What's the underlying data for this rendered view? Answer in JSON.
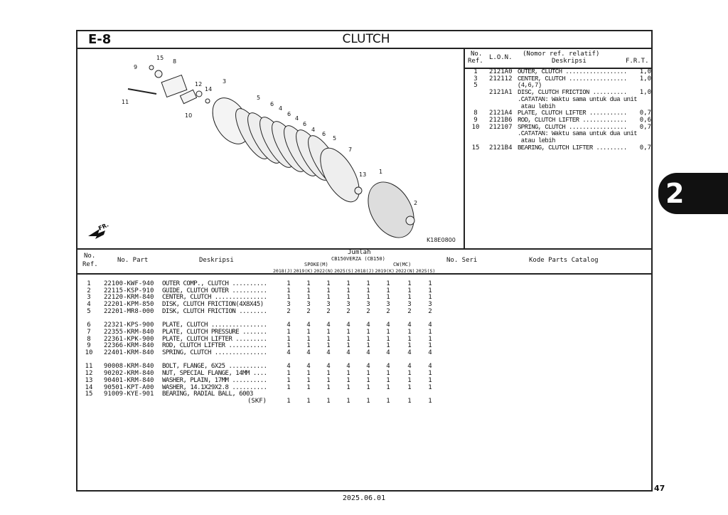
{
  "header": {
    "section": "E-8",
    "title": "CLUTCH"
  },
  "diagram": {
    "code": "K18E0800",
    "direction": "FR.",
    "callouts": [
      "15",
      "8",
      "9",
      "12",
      "14",
      "3",
      "11",
      "10",
      "5",
      "6",
      "4",
      "6",
      "4",
      "6",
      "4",
      "6",
      "5",
      "7",
      "13",
      "1",
      "2"
    ]
  },
  "ref_table": {
    "headers": {
      "no": "No.",
      "ref": "Ref.",
      "lon": "L.O.N.",
      "relative": "(Nomor ref. relatif)",
      "desc": "Deskripsi",
      "frt": "F.R.T."
    },
    "rows": [
      {
        "ref": "1",
        "lon": "2121A0",
        "desc": "OUTER, CLUTCH ..................",
        "frt": "1,0"
      },
      {
        "ref": "3",
        "lon": "212112",
        "desc": "CENTER, CLUTCH .................",
        "frt": "1,0"
      },
      {
        "ref": "5",
        "lon": "",
        "desc": "(4,6,7)",
        "frt": ""
      },
      {
        "ref": "",
        "lon": "2121A1",
        "desc": "DISC, CLUTCH FRICTION ..........",
        "frt": "1,0"
      },
      {
        "ref": "",
        "lon": "",
        "desc": ".CATATAN: Waktu sama untuk dua unit",
        "frt": ""
      },
      {
        "ref": "",
        "lon": "",
        "desc": " atau lebih",
        "frt": ""
      },
      {
        "ref": "8",
        "lon": "2121A4",
        "desc": "PLATE, CLUTCH LIFTER ...........",
        "frt": "0,7"
      },
      {
        "ref": "9",
        "lon": "2121B6",
        "desc": "ROD, CLUTCH LIFTER .............",
        "frt": "0,6"
      },
      {
        "ref": "10",
        "lon": "212107",
        "desc": "SPRING, CLUTCH .................",
        "frt": "0,7"
      },
      {
        "ref": "",
        "lon": "",
        "desc": ".CATATAN: Waktu sama untuk dua unit",
        "frt": ""
      },
      {
        "ref": "",
        "lon": "",
        "desc": " atau lebih",
        "frt": ""
      },
      {
        "ref": "15",
        "lon": "2121B4",
        "desc": "BEARING, CLUTCH LIFTER .........",
        "frt": "0,7"
      }
    ]
  },
  "parts_table": {
    "headers": {
      "no": "No.",
      "ref": "Ref.",
      "part": "No. Part",
      "desc": "Deskripsi",
      "jumlah": "Jumlah",
      "model": "CB150VERZA (CB150)",
      "spoke": "SPOKE(M)",
      "cw": "CW(MC)",
      "no_seri": "No. Seri",
      "catalog": "Kode Parts Catalog",
      "years": [
        "2018(J)",
        "2019(K)",
        "2022(N)",
        "2025(S)",
        "2018(J)",
        "2019(K)",
        "2022(N)",
        "2025(S)"
      ]
    },
    "rows": [
      {
        "ref": "1",
        "part": "22100-KWF-940",
        "desc": "OUTER COMP., CLUTCH ..........",
        "qty": [
          "1",
          "1",
          "1",
          "1",
          "1",
          "1",
          "1",
          "1"
        ]
      },
      {
        "ref": "2",
        "part": "22115-KSP-910",
        "desc": "GUIDE, CLUTCH OUTER ..........",
        "qty": [
          "1",
          "1",
          "1",
          "1",
          "1",
          "1",
          "1",
          "1"
        ]
      },
      {
        "ref": "3",
        "part": "22120-KRM-840",
        "desc": "CENTER, CLUTCH ...............",
        "qty": [
          "1",
          "1",
          "1",
          "1",
          "1",
          "1",
          "1",
          "1"
        ]
      },
      {
        "ref": "4",
        "part": "22201-KPM-850",
        "desc": "DISK, CLUTCH FRICTION(4X8X45)",
        "qty": [
          "3",
          "3",
          "3",
          "3",
          "3",
          "3",
          "3",
          "3"
        ]
      },
      {
        "ref": "5",
        "part": "22201-MR8-000",
        "desc": "DISK, CLUTCH FRICTION ........",
        "qty": [
          "2",
          "2",
          "2",
          "2",
          "2",
          "2",
          "2",
          "2"
        ]
      },
      {
        "ref": "6",
        "part": "22321-KPS-900",
        "desc": "PLATE, CLUTCH ................",
        "qty": [
          "4",
          "4",
          "4",
          "4",
          "4",
          "4",
          "4",
          "4"
        ]
      },
      {
        "ref": "7",
        "part": "22355-KRM-840",
        "desc": "PLATE, CLUTCH PRESSURE .......",
        "qty": [
          "1",
          "1",
          "1",
          "1",
          "1",
          "1",
          "1",
          "1"
        ]
      },
      {
        "ref": "8",
        "part": "22361-KPK-900",
        "desc": "PLATE, CLUTCH LIFTER .........",
        "qty": [
          "1",
          "1",
          "1",
          "1",
          "1",
          "1",
          "1",
          "1"
        ]
      },
      {
        "ref": "9",
        "part": "22366-KRM-840",
        "desc": "ROD, CLUTCH LIFTER ...........",
        "qty": [
          "1",
          "1",
          "1",
          "1",
          "1",
          "1",
          "1",
          "1"
        ]
      },
      {
        "ref": "10",
        "part": "22401-KRM-840",
        "desc": "SPRING, CLUTCH ...............",
        "qty": [
          "4",
          "4",
          "4",
          "4",
          "4",
          "4",
          "4",
          "4"
        ]
      },
      {
        "ref": "11",
        "part": "90008-KRM-840",
        "desc": "BOLT, FLANGE, 6X25 ...........",
        "qty": [
          "4",
          "4",
          "4",
          "4",
          "4",
          "4",
          "4",
          "4"
        ]
      },
      {
        "ref": "12",
        "part": "90202-KRM-840",
        "desc": "NUT, SPECIAL FLANGE, 14MM ....",
        "qty": [
          "1",
          "1",
          "1",
          "1",
          "1",
          "1",
          "1",
          "1"
        ]
      },
      {
        "ref": "13",
        "part": "90401-KRM-840",
        "desc": "WASHER, PLAIN, 17MM ..........",
        "qty": [
          "1",
          "1",
          "1",
          "1",
          "1",
          "1",
          "1",
          "1"
        ]
      },
      {
        "ref": "14",
        "part": "90501-KPT-A00",
        "desc": "WASHER, 14.1X29X2.8 ..........",
        "qty": [
          "1",
          "1",
          "1",
          "1",
          "1",
          "1",
          "1",
          "1"
        ]
      },
      {
        "ref": "15",
        "part": "91009-KYE-901",
        "desc": "BEARING, RADIAL BALL, 6003",
        "desc2": "(SKF)",
        "qty": [
          "1",
          "1",
          "1",
          "1",
          "1",
          "1",
          "1",
          "1"
        ]
      }
    ]
  },
  "side_tab": "2",
  "page_number": "47",
  "date": "2025.06.01"
}
